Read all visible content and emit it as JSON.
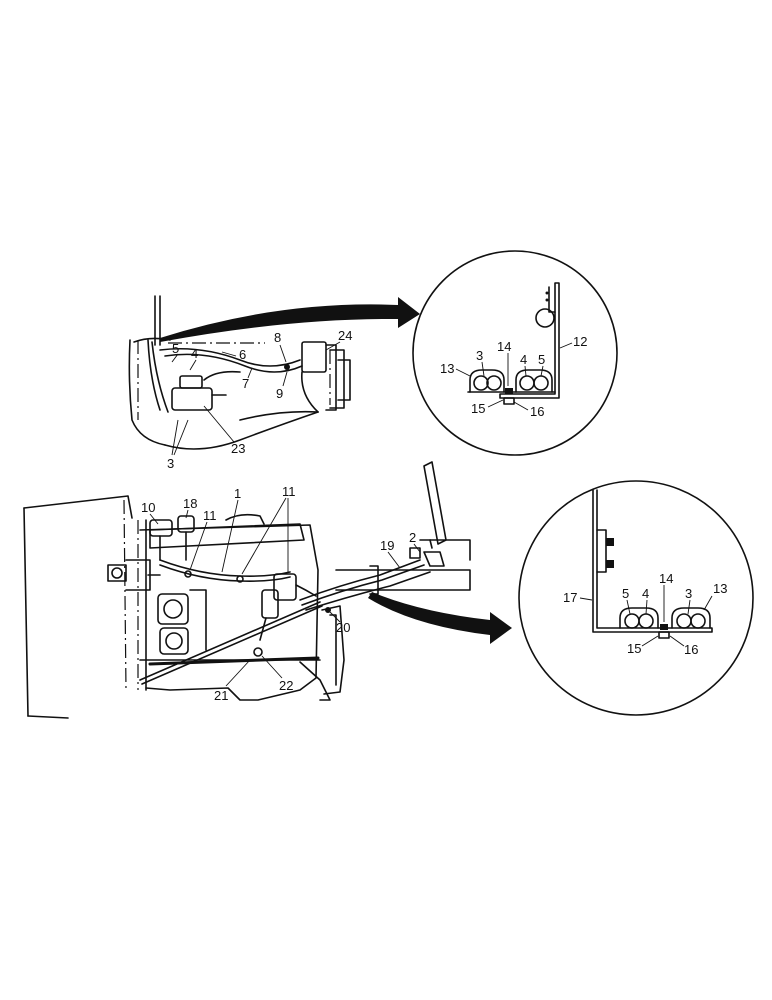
{
  "callouts": {
    "top_view": [
      "5",
      "4",
      "6",
      "8",
      "24",
      "7",
      "9",
      "3",
      "23"
    ],
    "detail_a": [
      "13",
      "3",
      "14",
      "4",
      "5",
      "12",
      "15",
      "16"
    ],
    "main_view": [
      "10",
      "18",
      "1",
      "11",
      "11",
      "2",
      "19",
      "20",
      "21",
      "22"
    ],
    "detail_b": [
      "17",
      "5",
      "4",
      "14",
      "3",
      "13",
      "15",
      "16"
    ]
  }
}
